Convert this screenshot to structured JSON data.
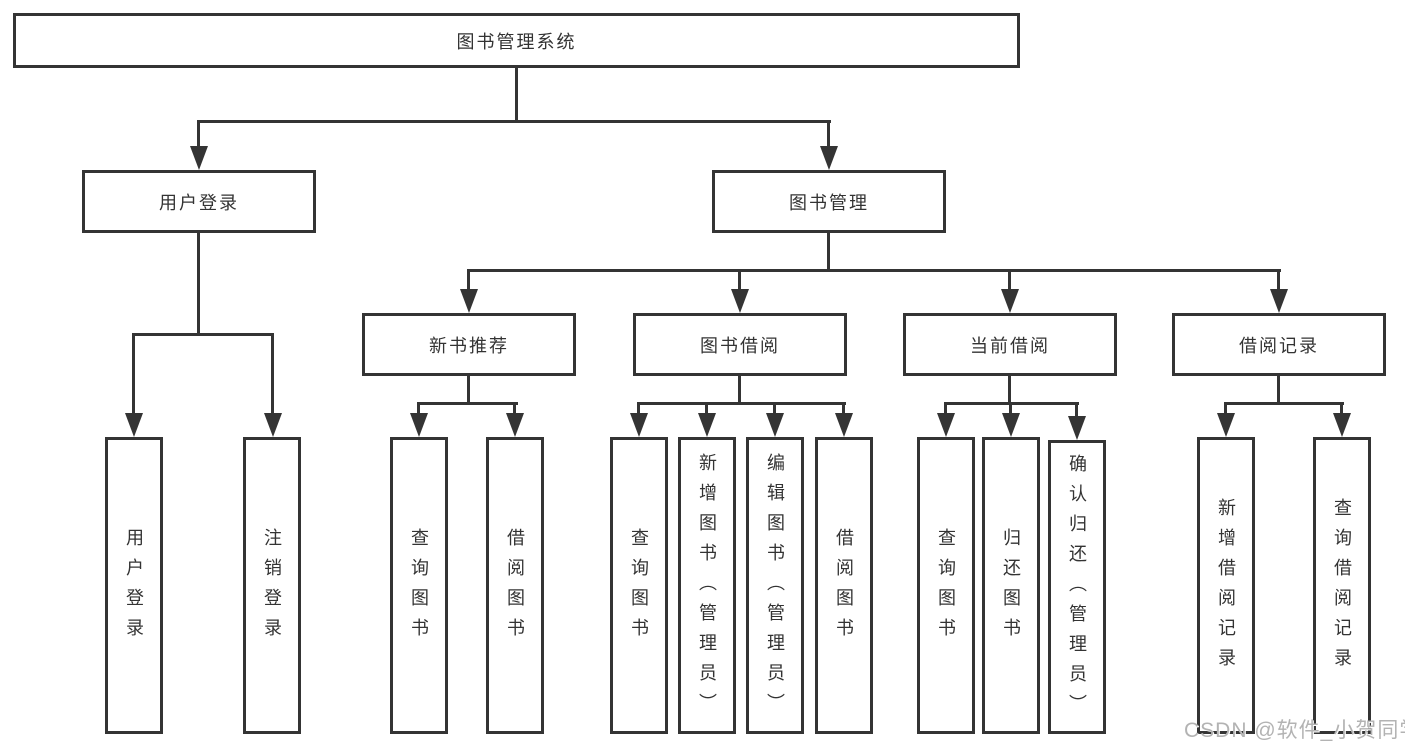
{
  "diagram": {
    "root": {
      "label": "图书管理系统"
    },
    "branches": [
      {
        "label": "用户登录",
        "children": [
          {
            "label": "用户登录"
          },
          {
            "label": "注销登录"
          }
        ]
      },
      {
        "label": "图书管理",
        "children": [
          {
            "label": "新书推荐",
            "children": [
              {
                "label": "查询图书"
              },
              {
                "label": "借阅图书"
              }
            ]
          },
          {
            "label": "图书借阅",
            "children": [
              {
                "label": "查询图书"
              },
              {
                "label": "新增图书（管理员）"
              },
              {
                "label": "编辑图书（管理员）"
              },
              {
                "label": "借阅图书"
              }
            ]
          },
          {
            "label": "当前借阅",
            "children": [
              {
                "label": "查询图书"
              },
              {
                "label": "归还图书"
              },
              {
                "label": "确认归还（管理员）"
              }
            ]
          },
          {
            "label": "借阅记录",
            "children": [
              {
                "label": "新增借阅记录"
              },
              {
                "label": "查询借阅记录"
              }
            ]
          }
        ]
      }
    ]
  },
  "watermark": "CSDN @软件_小贺同学",
  "colors": {
    "line": "#343434",
    "text": "#333333",
    "watermark": "#b3b3b3",
    "background": "#ffffff"
  }
}
